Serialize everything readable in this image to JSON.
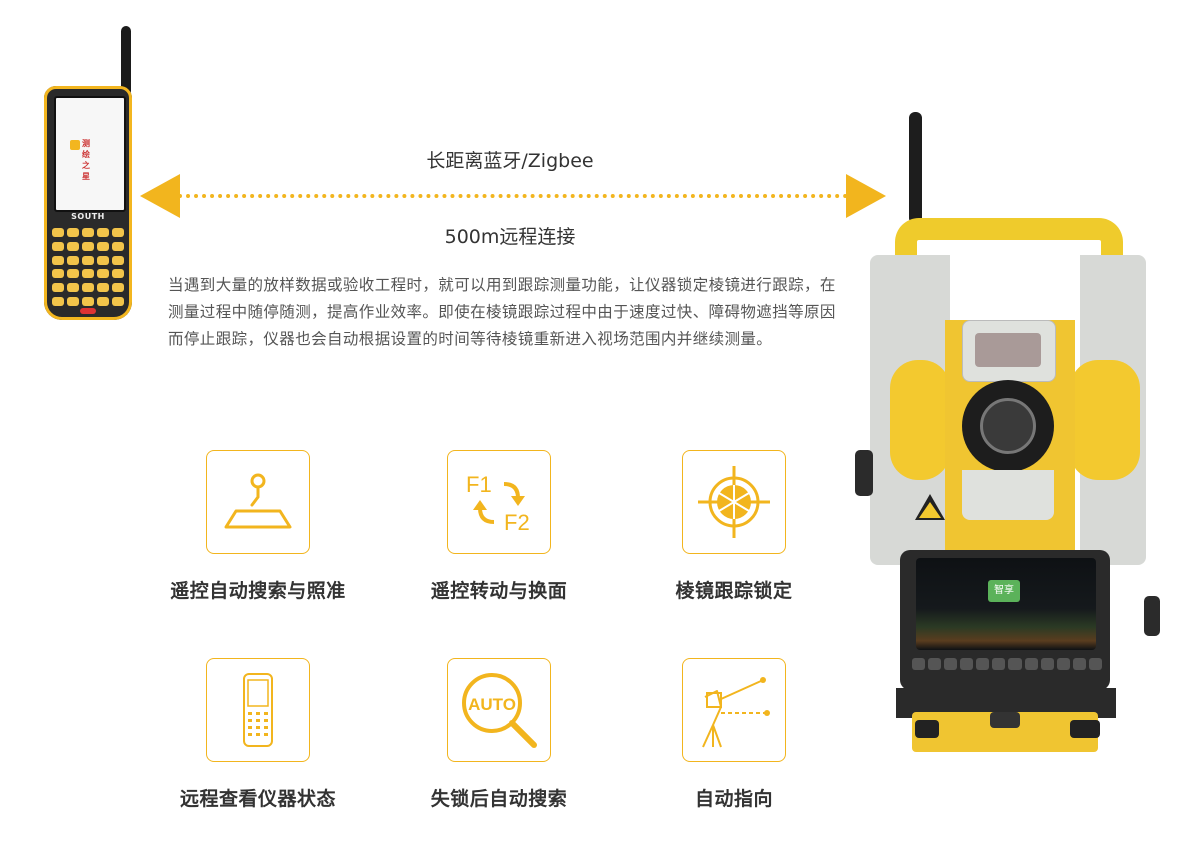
{
  "controller": {
    "brand": "SOUTH",
    "screen_logo": "测绘之星"
  },
  "connection": {
    "top_label": "长距离蓝牙/Zigbee",
    "bottom_label": "500m远程连接"
  },
  "description": "当遇到大量的放样数据或验收工程时，就可以用到跟踪测量功能，让仪器锁定棱镜进行跟踪，在测量过程中随停随测，提高作业效率。即使在棱镜跟踪过程中由于速度过快、障碍物遮挡等原因而停止跟踪，仪器也会自动根据设置的时间等待棱镜重新进入视场范围内并继续测量。",
  "features": [
    {
      "label": "遥控自动搜索与照准",
      "icon": "target-tripod-icon"
    },
    {
      "label": "遥控转动与换面",
      "icon": "f1-f2-swap-icon",
      "icon_text_1": "F1",
      "icon_text_2": "F2"
    },
    {
      "label": "棱镜跟踪锁定",
      "icon": "prism-crosshair-icon"
    },
    {
      "label": "远程查看仪器状态",
      "icon": "controller-icon"
    },
    {
      "label": "失锁后自动搜索",
      "icon": "auto-search-icon",
      "icon_text": "AUTO"
    },
    {
      "label": "自动指向",
      "icon": "auto-pointing-icon"
    }
  ],
  "instrument": {
    "screen_logo": "智享"
  },
  "colors": {
    "accent": "#f2b51e",
    "text": "#333333",
    "body_text": "#555555"
  }
}
